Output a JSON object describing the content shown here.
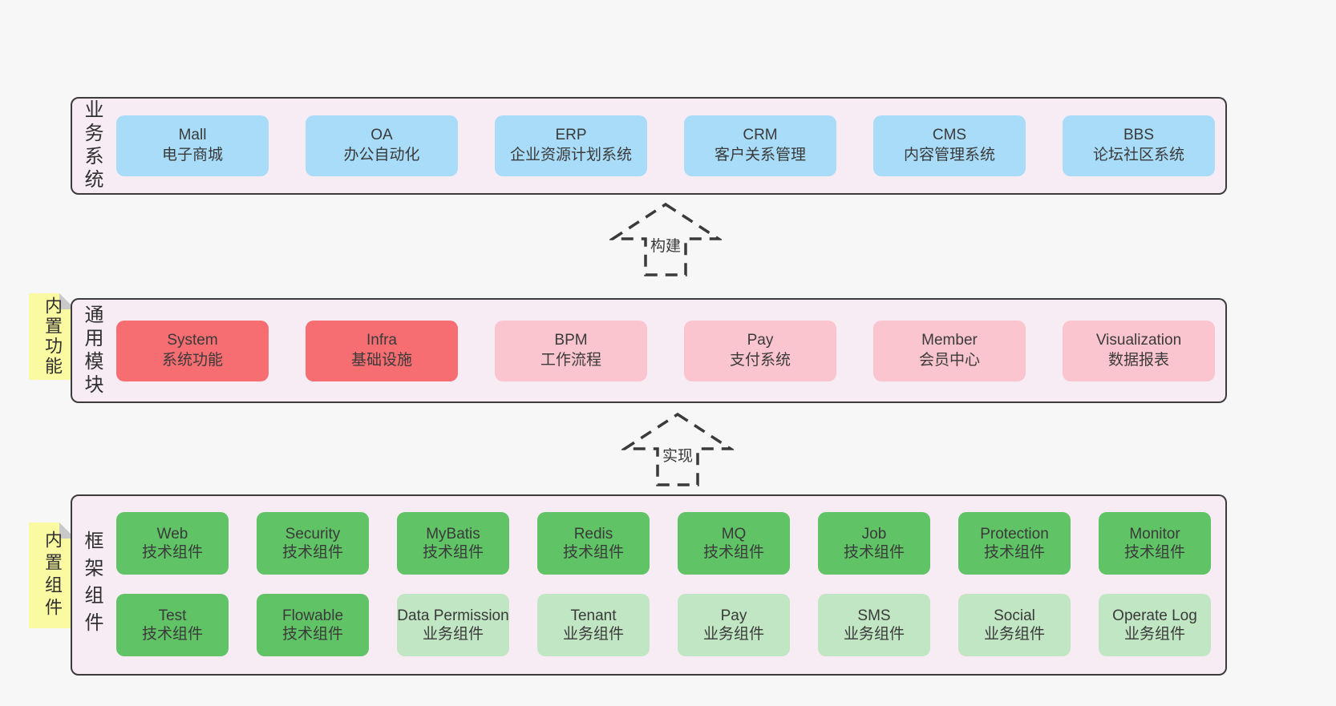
{
  "palette": {
    "page_bg": "#f7f7f7",
    "panel_bg": "#f8ecf4",
    "panel_border": "#3c3c3c",
    "blue": "#a9dcf8",
    "red": "#f66d72",
    "pink": "#fbc5cf",
    "green_dark": "#60c366",
    "green_light": "#c1e6c3",
    "note_yellow": "#fafaa2",
    "note_fold": "#c9c9c9",
    "text": "#3a3a3a"
  },
  "layers": {
    "business": {
      "side_label": "业务系统",
      "boxes": [
        {
          "en": "Mall",
          "zh": "电子商城"
        },
        {
          "en": "OA",
          "zh": "办公自动化"
        },
        {
          "en": "ERP",
          "zh": "企业资源计划系统"
        },
        {
          "en": "CRM",
          "zh": "客户关系管理"
        },
        {
          "en": "CMS",
          "zh": "内容管理系统"
        },
        {
          "en": "BBS",
          "zh": "论坛社区系统"
        }
      ]
    },
    "modules": {
      "side_label": "通用模块",
      "note_label": "内置功能",
      "boxes": [
        {
          "en": "System",
          "zh": "系统功能"
        },
        {
          "en": "Infra",
          "zh": "基础设施"
        },
        {
          "en": "BPM",
          "zh": "工作流程"
        },
        {
          "en": "Pay",
          "zh": "支付系统"
        },
        {
          "en": "Member",
          "zh": "会员中心"
        },
        {
          "en": "Visualization",
          "zh": "数据报表"
        }
      ]
    },
    "components": {
      "side_label": "框架组件",
      "note_label": "内置组件",
      "row1": [
        {
          "en": "Web",
          "zh": "技术组件"
        },
        {
          "en": "Security",
          "zh": "技术组件"
        },
        {
          "en": "MyBatis",
          "zh": "技术组件"
        },
        {
          "en": "Redis",
          "zh": "技术组件"
        },
        {
          "en": "MQ",
          "zh": "技术组件"
        },
        {
          "en": "Job",
          "zh": "技术组件"
        },
        {
          "en": "Protection",
          "zh": "技术组件"
        },
        {
          "en": "Monitor",
          "zh": "技术组件"
        }
      ],
      "row2": [
        {
          "en": "Test",
          "zh": "技术组件"
        },
        {
          "en": "Flowable",
          "zh": "技术组件"
        },
        {
          "en": "Data Permission",
          "zh": "业务组件"
        },
        {
          "en": "Tenant",
          "zh": "业务组件"
        },
        {
          "en": "Pay",
          "zh": "业务组件"
        },
        {
          "en": "SMS",
          "zh": "业务组件"
        },
        {
          "en": "Social",
          "zh": "业务组件"
        },
        {
          "en": "Operate Log",
          "zh": "业务组件"
        }
      ]
    },
    "arrows": [
      {
        "label": "构建"
      },
      {
        "label": "实现"
      }
    ]
  }
}
